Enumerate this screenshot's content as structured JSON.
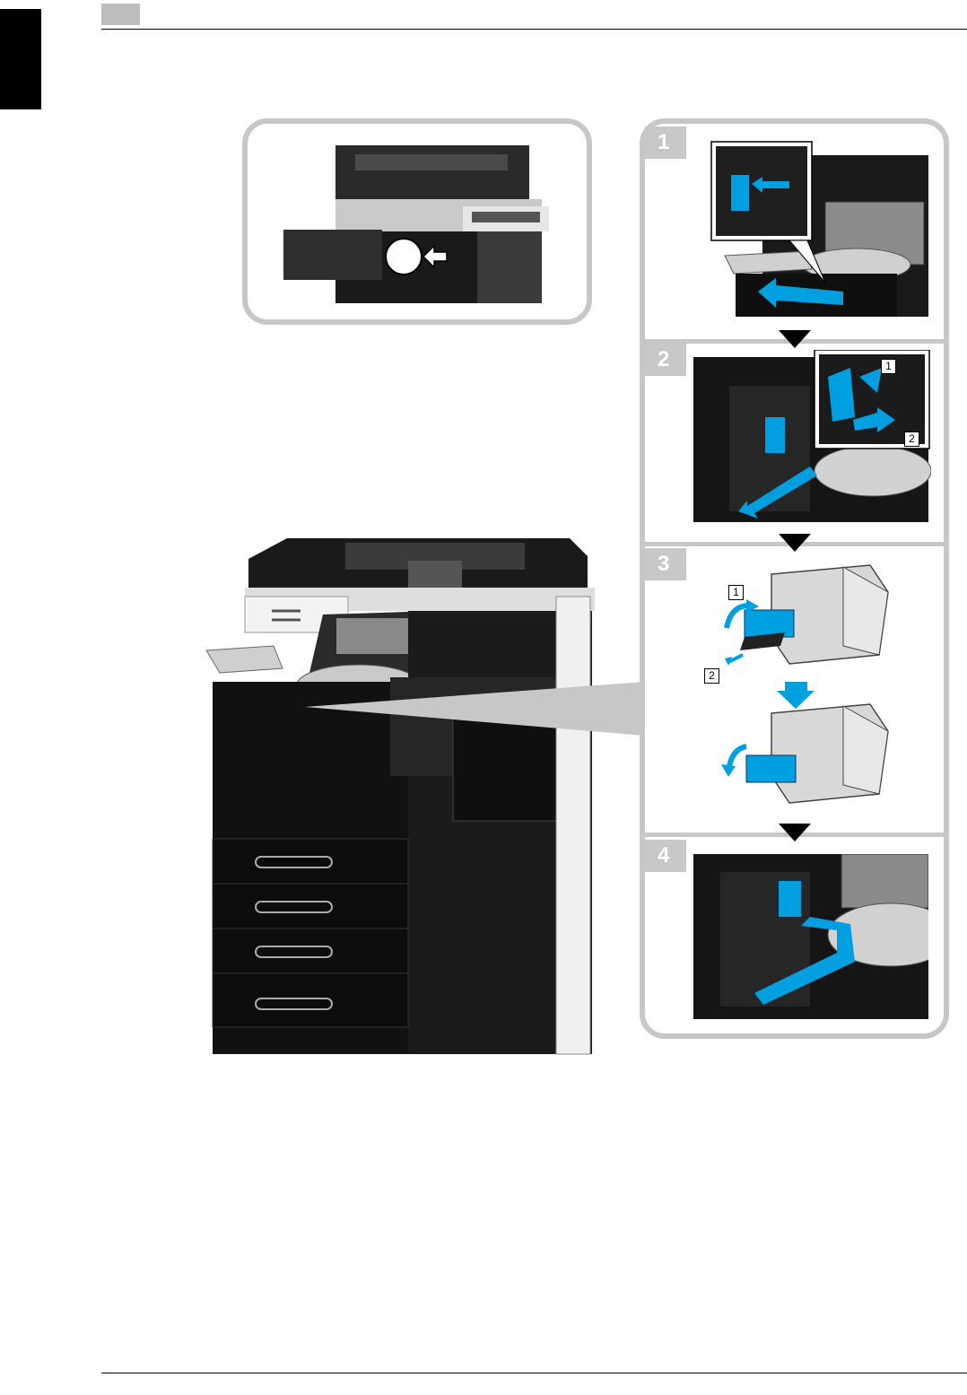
{
  "header": {
    "page_marker": ""
  },
  "steps": [
    {
      "number": "1"
    },
    {
      "number": "2",
      "sub_labels": [
        "1",
        "2"
      ]
    },
    {
      "number": "3",
      "sub_labels": [
        "1",
        "2"
      ]
    },
    {
      "number": "4"
    }
  ],
  "colors": {
    "accent": "#00a0e0",
    "frame": "#c7c7c7",
    "machine": "#111111",
    "badge": "#c8c8c8"
  }
}
